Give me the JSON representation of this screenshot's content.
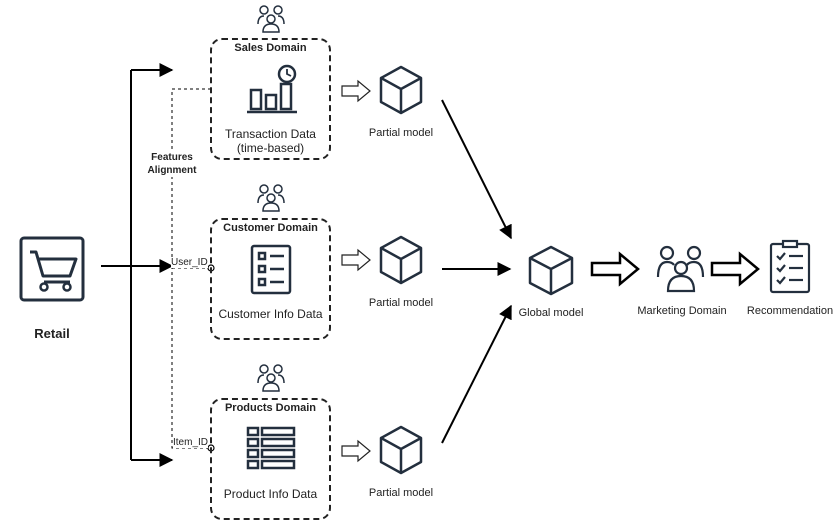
{
  "source": {
    "label": "Retail"
  },
  "alignment_label_line1": "Features",
  "alignment_label_line2": "Alignment",
  "domains": [
    {
      "title": "Sales Domain",
      "data_line1": "Transaction Data",
      "data_line2": "(time-based)",
      "model": "Partial model",
      "icon": "bar-chart-clock-icon"
    },
    {
      "title": "Customer Domain",
      "data_line1": "Customer Info Data",
      "data_line2": "",
      "model": "Partial model",
      "icon": "list-icon",
      "key": "User_ID"
    },
    {
      "title": "Products Domain",
      "data_line1": "Product Info Data",
      "data_line2": "",
      "model": "Partial model",
      "icon": "table-icon",
      "key": "Item_ID"
    }
  ],
  "global": {
    "label": "Global model",
    "icon": "cube-icon"
  },
  "marketing": {
    "label": "Marketing Domain",
    "icon": "users-icon"
  },
  "output": {
    "label": "Recommendation",
    "icon": "checklist-icon"
  },
  "colors": {
    "ink": "#232f3e",
    "line": "#000000"
  }
}
